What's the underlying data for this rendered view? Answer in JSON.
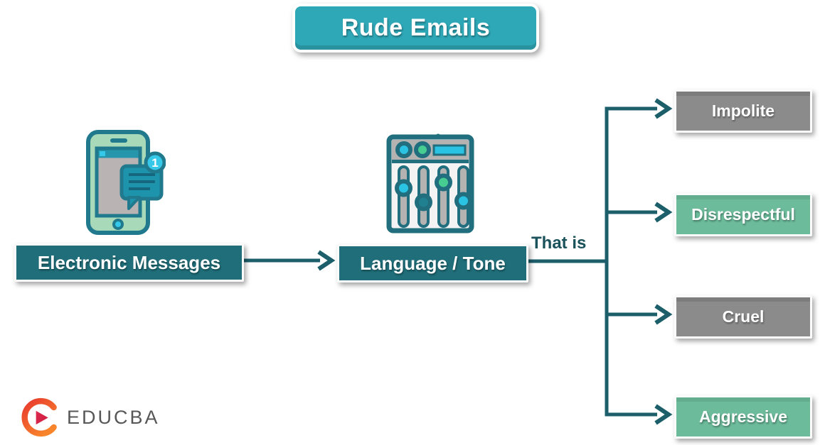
{
  "title": {
    "label": "Rude Emails"
  },
  "flow": {
    "source": {
      "label": "Electronic Messages"
    },
    "factor": {
      "label": "Language / Tone"
    },
    "connector_label": "That is",
    "outcomes": [
      {
        "label": "Impolite",
        "variant": "gray"
      },
      {
        "label": "Disrespectful",
        "variant": "green"
      },
      {
        "label": "Cruel",
        "variant": "gray"
      },
      {
        "label": "Aggressive",
        "variant": "green"
      }
    ]
  },
  "icons": {
    "smartphone": "smartphone-message-icon",
    "mixer": "audio-mixer-icon",
    "badge_count": "1"
  },
  "logo": {
    "brand": "EDUCBA"
  },
  "colors": {
    "title_teal": "#2EA7B6",
    "node_teal": "#1F6E79",
    "line_teal": "#1C5F6B",
    "gray_node": "#8C8B8B",
    "green_node": "#6CBB9B",
    "cyan_accent": "#2AC3E4",
    "green_accent": "#47CD92",
    "background": "#FFFFFF"
  }
}
